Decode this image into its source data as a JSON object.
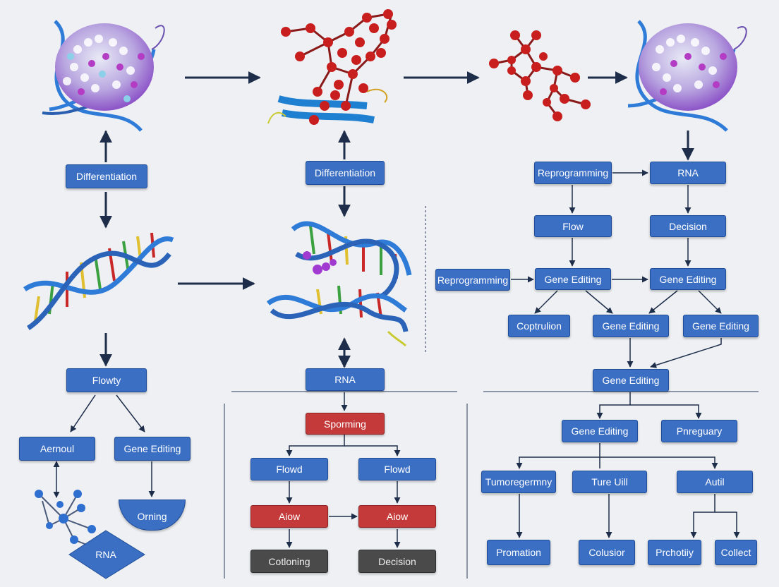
{
  "colors": {
    "node_blue": "#3b6fc4",
    "node_red": "#c43a3a",
    "node_gray": "#4a4a4a",
    "arrow": "#1e2d4a",
    "dna_blue": "#2f7bd8",
    "atom_red": "#c81e1e"
  },
  "labels": {
    "left": {
      "differentiation": "Differentiation",
      "flowty": "Flowty",
      "aeronoil": "Aernoul",
      "gene_editing": "Gene Editing",
      "orning": "Orning",
      "rna": "RNA"
    },
    "middle": {
      "differentiation": "Differentiation",
      "rna": "RNA",
      "sporming": "Sporming",
      "flowd_left": "Flowd",
      "flowd_right": "Flowd",
      "aiow_left": "Aiow",
      "aiow_right": "Aiow",
      "cotloning": "Cotloning",
      "decision": "Decision"
    },
    "right": {
      "reprogramming_top": "Reprogramming",
      "rna": "RNA",
      "flow": "Flow",
      "decision": "Decision",
      "reprogramming_mid": "Reprogramming",
      "gene_editing_a": "Gene Editing",
      "gene_editing_b": "Gene Editing",
      "coptrulion": "Coptrulion",
      "gene_editing_c": "Gene Editing",
      "gene_editing_d": "Gene Editing",
      "gene_editing_e": "Gene Editing",
      "gene_editing_f": "Gene Editing",
      "pnreguary": "Pnreguary",
      "tumoregermny": "Tumoregermny",
      "ture_uill": "Ture Uill",
      "autil": "Autil",
      "promation": "Promation",
      "colusior": "Colusior",
      "prchotiiy": "Prchotiiy",
      "collect": "Collect"
    }
  }
}
